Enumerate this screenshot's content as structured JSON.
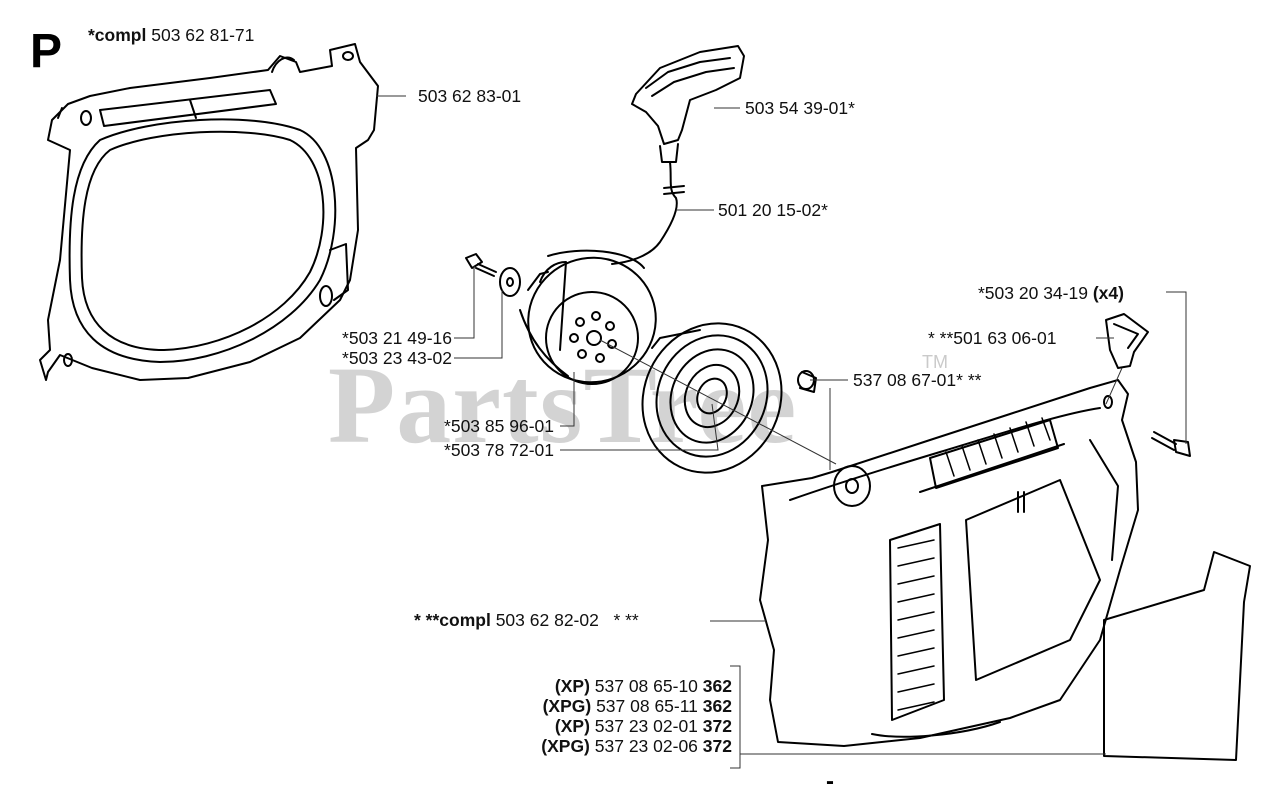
{
  "section_letter": "P",
  "watermark": {
    "text": "PartsTree",
    "tm": "TM"
  },
  "labels": {
    "fan_housing_compl": {
      "prefix": "*compl",
      "number": "503 62 81-71"
    },
    "fan_housing": {
      "number": "503 62 83-01"
    },
    "starter_handle": {
      "number": "503 54 39-01*"
    },
    "starter_cord": {
      "number": "501 20 15-02*"
    },
    "screw": {
      "number": "*503 21 49-16"
    },
    "washer": {
      "number": "*503 23 43-02"
    },
    "pulley": {
      "number": "*503 85 96-01"
    },
    "recoil_spring": {
      "number": "*503 78 72-01"
    },
    "bushing": {
      "number": "537 08 67-01* **"
    },
    "starter_screws": {
      "number": "*503 20 34-19",
      "suffix": "(x4)"
    },
    "cord_guide": {
      "number": "* **501 63 06-01"
    },
    "starter_compl": {
      "prefix": "* **compl",
      "number": "503 62 82-02",
      "extra": "* **"
    },
    "cover_variants": [
      {
        "model": "(XP)",
        "number": "537 08 65-10",
        "size": "362"
      },
      {
        "model": "(XPG)",
        "number": "537 08 65-11",
        "size": "362"
      },
      {
        "model": "(XP)",
        "number": "537 23 02-01",
        "size": "372"
      },
      {
        "model": "(XPG)",
        "number": "537 23 02-06",
        "size": "372"
      }
    ]
  },
  "footer_mark": "-"
}
